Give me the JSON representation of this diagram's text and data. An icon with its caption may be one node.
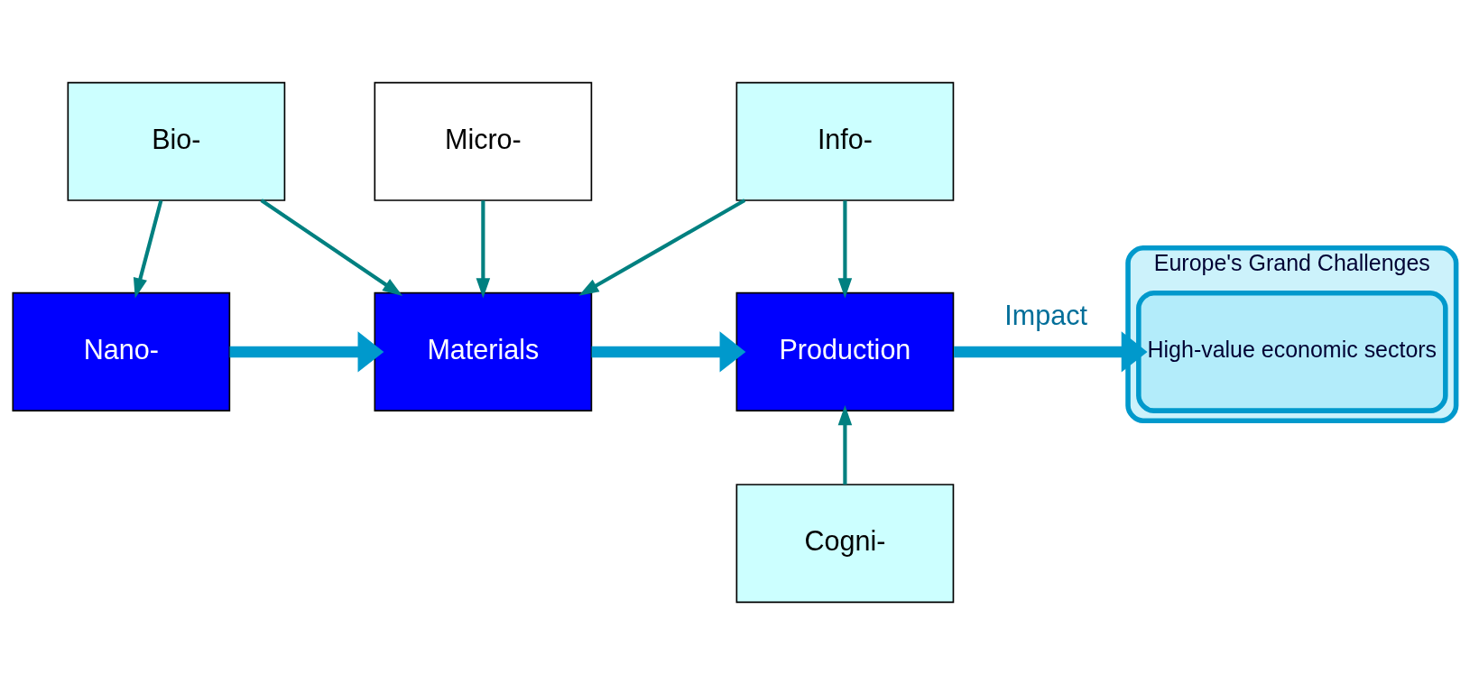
{
  "diagram": {
    "nodes": [
      {
        "text": [
          "Bio-"
        ]
      },
      {
        "text": [
          "Micro-"
        ]
      },
      {
        "text": [
          "Info-"
        ]
      },
      {
        "text": [
          "Nano-"
        ]
      },
      {
        "text": [
          "Materials"
        ]
      },
      {
        "text": [
          "Production"
        ]
      },
      {
        "text": [
          "Cogni-"
        ]
      },
      {
        "text": [
          "Europe's Grand Challenges"
        ]
      },
      {
        "text": [
          "High-value economic sectors"
        ],
        "in": 7
      }
    ],
    "edges": [
      {
        "from": 0,
        "to": 3,
        "arrow": "to"
      },
      {
        "from": 0,
        "to": 4,
        "arrow": "to"
      },
      {
        "from": 1,
        "to": 4,
        "arrow": "to"
      },
      {
        "from": 2,
        "to": 4,
        "arrow": "to"
      },
      {
        "from": 2,
        "to": 5,
        "arrow": "to"
      },
      {
        "from": 6,
        "to": 5,
        "arrow": "to"
      },
      {
        "from": 3,
        "to": 4,
        "arrow": "to",
        "style": "thick",
        "color": "#0099cc"
      },
      {
        "from": 4,
        "to": 5,
        "arrow": "to",
        "style": "thick",
        "color": "#0099cc"
      },
      {
        "from": 5,
        "to": 8,
        "arrow": "to",
        "style": "thick",
        "color": "#0099cc",
        "label": "Impact"
      }
    ]
  }
}
